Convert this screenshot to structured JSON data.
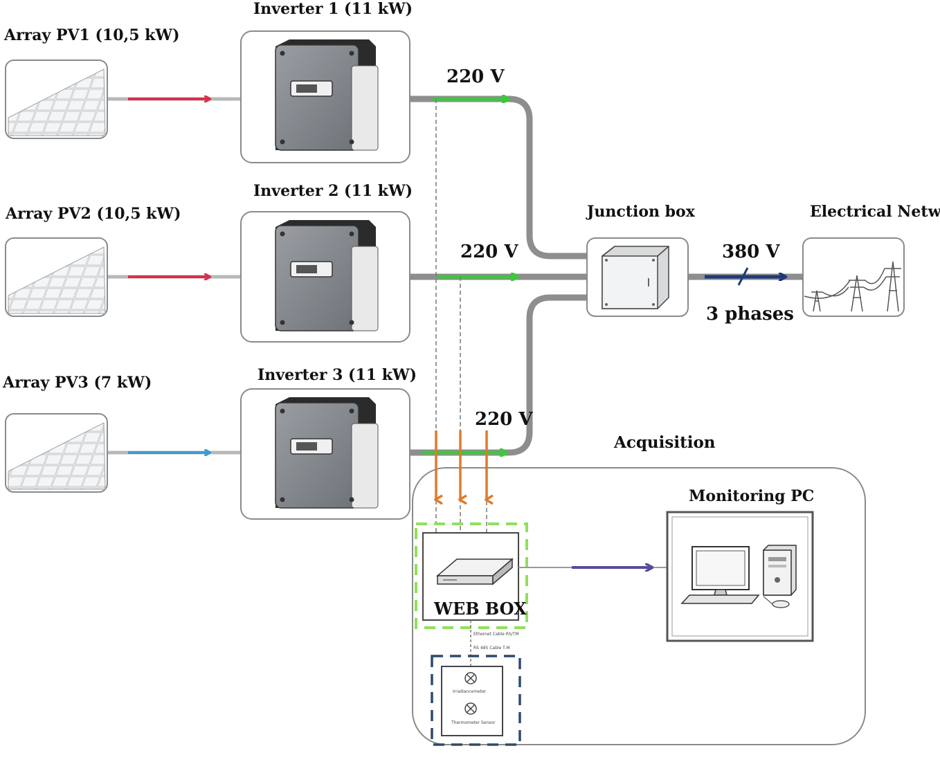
{
  "arrays": [
    {
      "label": "Array PV1 (10,5 kW)",
      "arrow_color": "#d6304a"
    },
    {
      "label": "Array PV2 (10,5 kW)",
      "arrow_color": "#d6304a"
    },
    {
      "label": "Array PV3 (7 kW)",
      "arrow_color": "#3b9bd6"
    }
  ],
  "inverters": [
    {
      "label": "Inverter 1 (11 kW)"
    },
    {
      "label": "Inverter 2 (11 kW)"
    },
    {
      "label": "Inverter 3 (11 kW)"
    }
  ],
  "voltages": {
    "v1": "220 V",
    "v2": "220 V",
    "v3": "220 V",
    "out": "380 V",
    "phases": "3 phases"
  },
  "junction_box": {
    "label": "Junction box"
  },
  "network": {
    "label": "Electrical Network"
  },
  "acquisition": {
    "label": "Acquisition",
    "monitoring_pc": "Monitoring PC",
    "web_box": "WEB BOX",
    "cable_1": "Ethernet Cable RS/TM",
    "cable_2": "RS 485 Cable T-M",
    "sensor_1": "Irradiancemeter",
    "sensor_2": "Thermometer Sensor"
  },
  "colors": {
    "ac_green": "#3cc83c",
    "data_orange": "#e07a2a",
    "out_navy": "#1e3a7a",
    "pc_link": "#5a4a9a",
    "cable_gray": "#9a9a9a",
    "webbox_dash": "#8fe05a",
    "sensor_dash": "#2d4a6a"
  }
}
